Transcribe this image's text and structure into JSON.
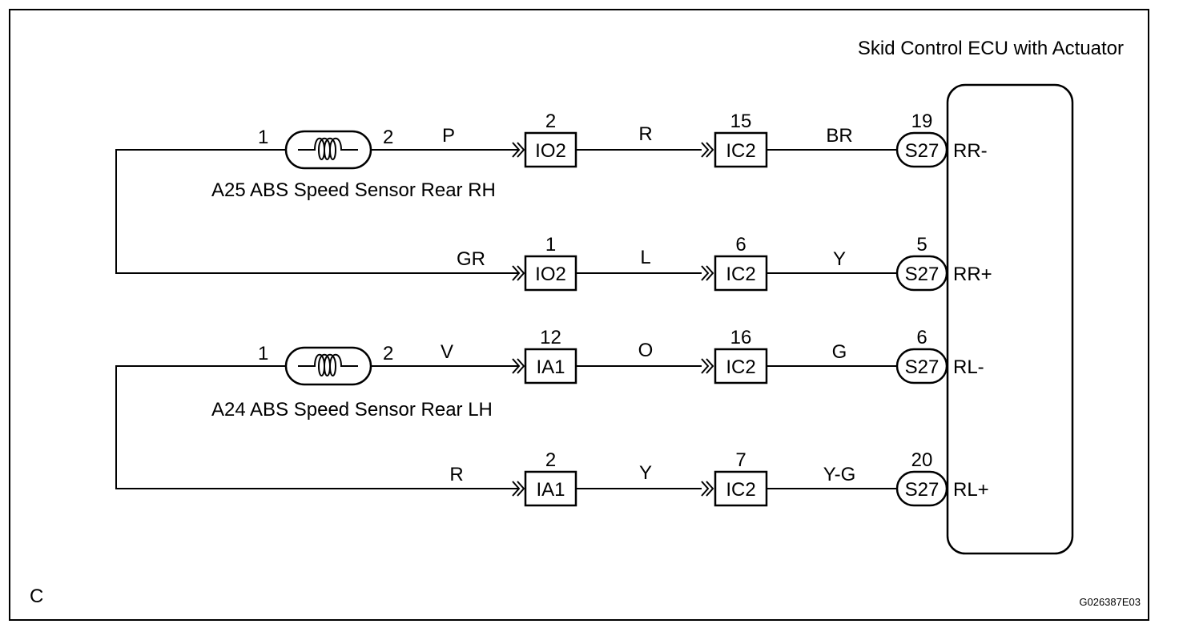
{
  "ecu": {
    "title": "Skid Control ECU with Actuator",
    "connector": "S27",
    "terminals": [
      {
        "pin": "19",
        "name": "RR-"
      },
      {
        "pin": "5",
        "name": "RR+"
      },
      {
        "pin": "6",
        "name": "RL-"
      },
      {
        "pin": "20",
        "name": "RL+"
      }
    ]
  },
  "sensors": [
    {
      "label": "A25 ABS Speed Sensor Rear RH",
      "pin_left": "1",
      "pin_right": "2"
    },
    {
      "label": "A24 ABS Speed Sensor Rear LH",
      "pin_left": "1",
      "pin_right": "2"
    }
  ],
  "circuits": [
    {
      "wire1": "P",
      "conn1": "IO2",
      "pin1": "2",
      "wire2": "R",
      "conn2": "IC2",
      "pin2": "15",
      "wire3": "BR"
    },
    {
      "wire1": "GR",
      "conn1": "IO2",
      "pin1": "1",
      "wire2": "L",
      "conn2": "IC2",
      "pin2": "6",
      "wire3": "Y"
    },
    {
      "wire1": "V",
      "conn1": "IA1",
      "pin1": "12",
      "wire2": "O",
      "conn2": "IC2",
      "pin2": "16",
      "wire3": "G"
    },
    {
      "wire1": "R",
      "conn1": "IA1",
      "pin1": "2",
      "wire2": "Y",
      "conn2": "IC2",
      "pin2": "7",
      "wire3": "Y-G"
    }
  ],
  "corner_label": "C",
  "figure_code": "G026387E03"
}
